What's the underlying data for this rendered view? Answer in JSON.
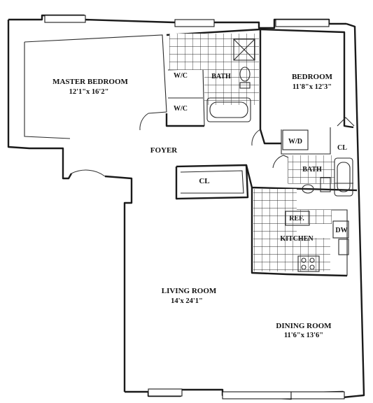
{
  "rooms": {
    "master_bedroom": {
      "name": "MASTER BEDROOM",
      "dims": "12'1\"x 16'2\""
    },
    "bedroom": {
      "name": "BEDROOM",
      "dims": "11'8\"x 12'3\""
    },
    "living_room": {
      "name": "LIVING ROOM",
      "dims": "14'x 24'1\""
    },
    "dining_room": {
      "name": "DINING ROOM",
      "dims": "11'6\"x 13'6\""
    },
    "foyer": {
      "name": "FOYER"
    },
    "kitchen": {
      "name": "KITCHEN"
    },
    "bath_1": {
      "name": "BATH"
    },
    "bath_2": {
      "name": "BATH"
    }
  },
  "fixtures": {
    "walk_in_closet_1": "W/C",
    "walk_in_closet_2": "W/C",
    "closet_foyer": "CL",
    "closet_bedroom": "CL",
    "washer_dryer": "W/D",
    "refrigerator": "REF.",
    "dishwasher": "DW"
  }
}
